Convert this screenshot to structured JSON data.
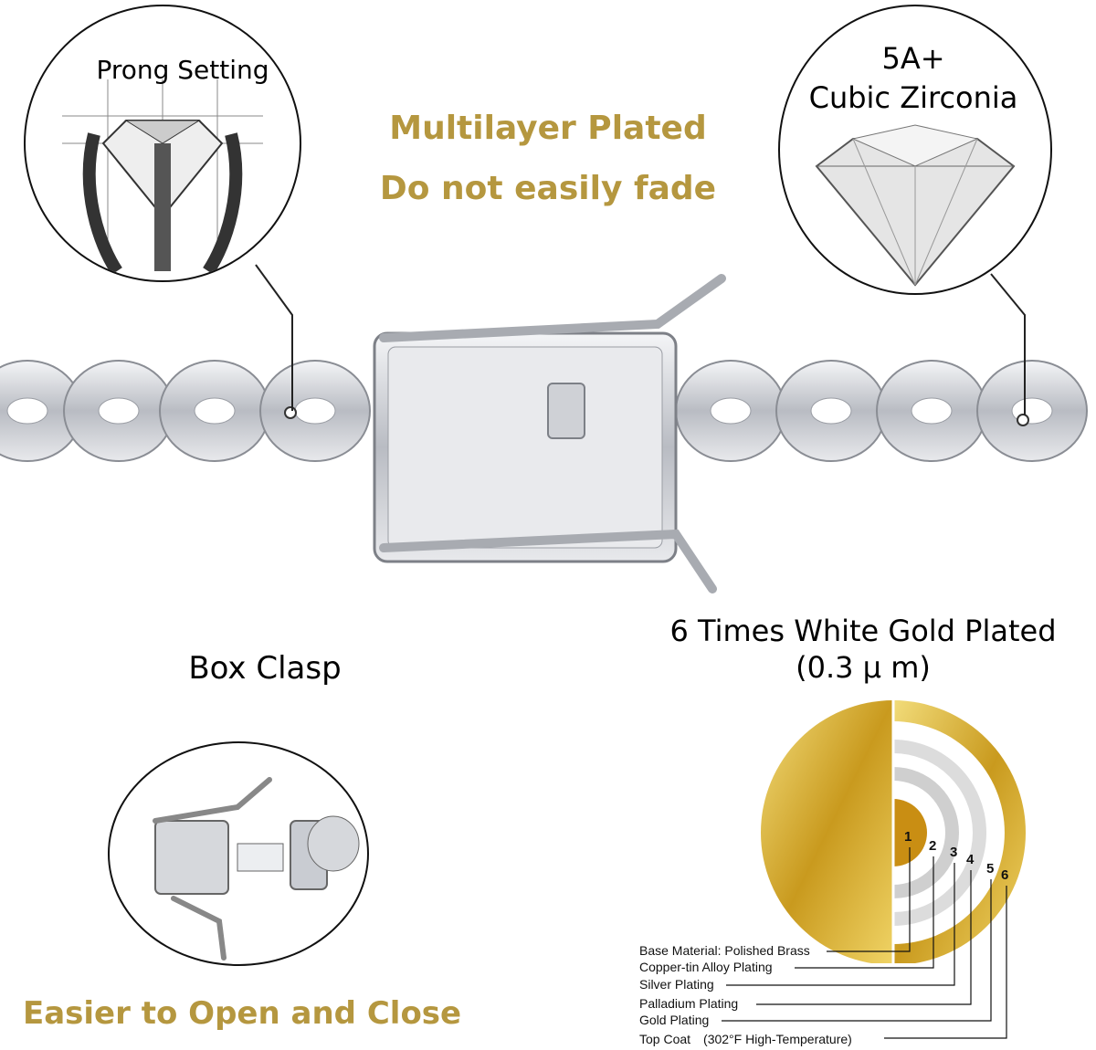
{
  "headline": {
    "line1": "Multilayer Plated",
    "line2": "Do not easily fade"
  },
  "prong": {
    "title": "Prong Setting"
  },
  "zirconia": {
    "line1": "5A+",
    "line2": "Cubic Zirconia"
  },
  "clasp": {
    "title": "Box Clasp",
    "caption": "Easier to Open and Close"
  },
  "plating": {
    "title": "6 Times White Gold Plated",
    "thickness": "(0.3 μ m)",
    "layers": [
      {
        "num": "1",
        "label": "Base Material: Polished Brass"
      },
      {
        "num": "2",
        "label": "Copper-tin Alloy Plating"
      },
      {
        "num": "3",
        "label": "Silver Plating"
      },
      {
        "num": "4",
        "label": "Palladium Plating"
      },
      {
        "num": "5",
        "label": "Gold Plating"
      },
      {
        "num": "6",
        "label": "Top Coat　(302°F High-Temperature)"
      }
    ]
  },
  "colors": {
    "gold_text": "#b5973f",
    "gold_disc": "#d9b233",
    "silver": "#c9ccd2"
  }
}
